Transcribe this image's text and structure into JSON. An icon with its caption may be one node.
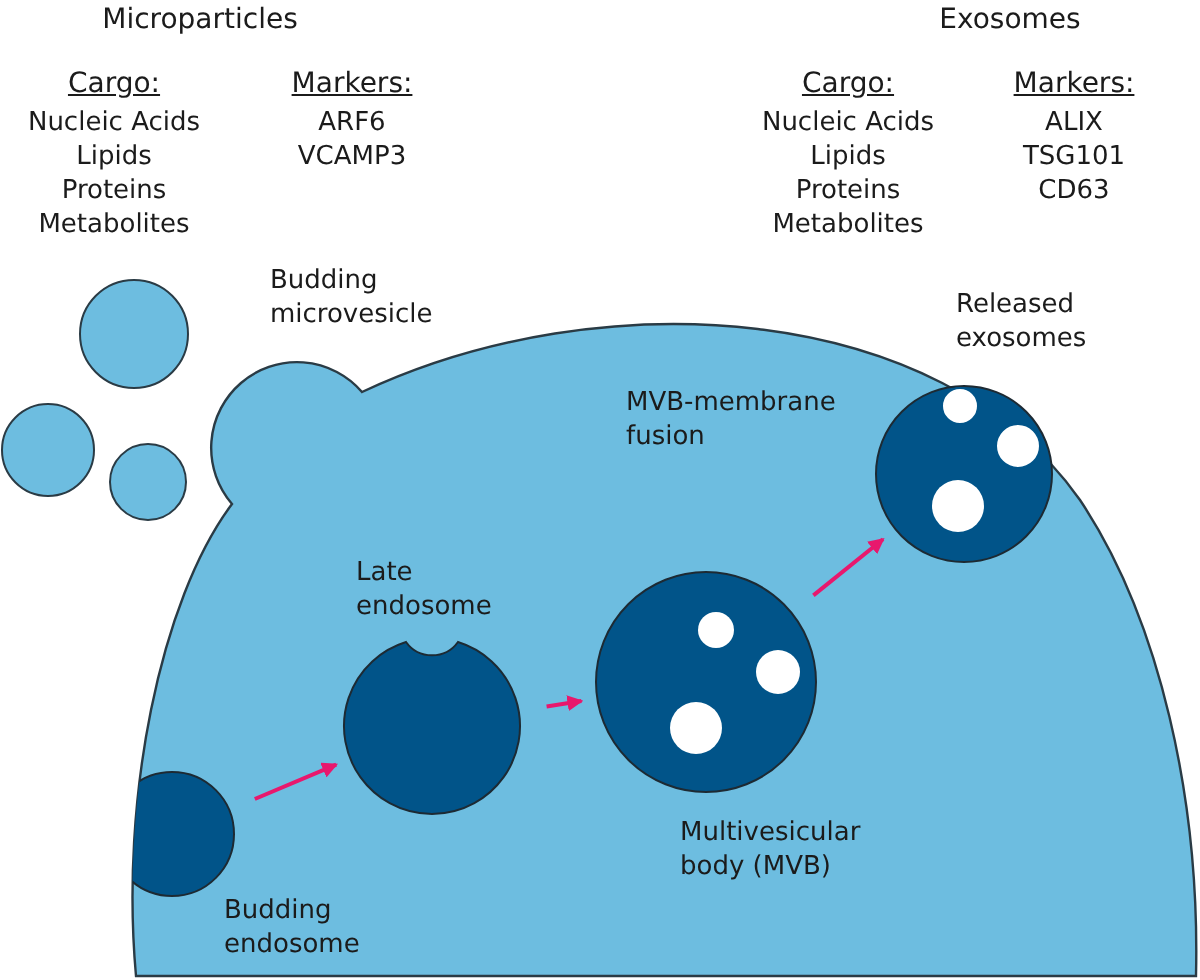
{
  "diagram": {
    "nodes": [
      {
        "text": [],
        "shape": "circle",
        "beside": [
          "Budding endosome"
        ]
      },
      {
        "text": [],
        "shape": "circle",
        "beside": [
          "Late endosome"
        ]
      },
      {
        "text": [],
        "shape": "circle",
        "beside": [
          "Multivesicular body (MVB)"
        ]
      },
      {
        "text": [],
        "shape": "circle",
        "beside": [
          "MVB-membrane fusion"
        ]
      }
    ],
    "edges": [
      {
        "from": 0,
        "to": 1,
        "arrow": "to"
      },
      {
        "from": 1,
        "to": 2,
        "arrow": "to"
      },
      {
        "from": 2,
        "to": 3,
        "arrow": "to"
      }
    ],
    "labels": [
      "Microparticles",
      "Cargo:",
      "Nucleic Acids",
      "Lipids",
      "Proteins",
      "Metabolites",
      "Markers:",
      "ARF6",
      "VCAMP3",
      "Exosomes",
      "Cargo:",
      "Nucleic Acids",
      "Lipids",
      "Proteins",
      "Metabolites",
      "Markers:",
      "ALIX",
      "TSG101",
      "CD63",
      "Budding microvesicle",
      "Released exosomes"
    ]
  }
}
